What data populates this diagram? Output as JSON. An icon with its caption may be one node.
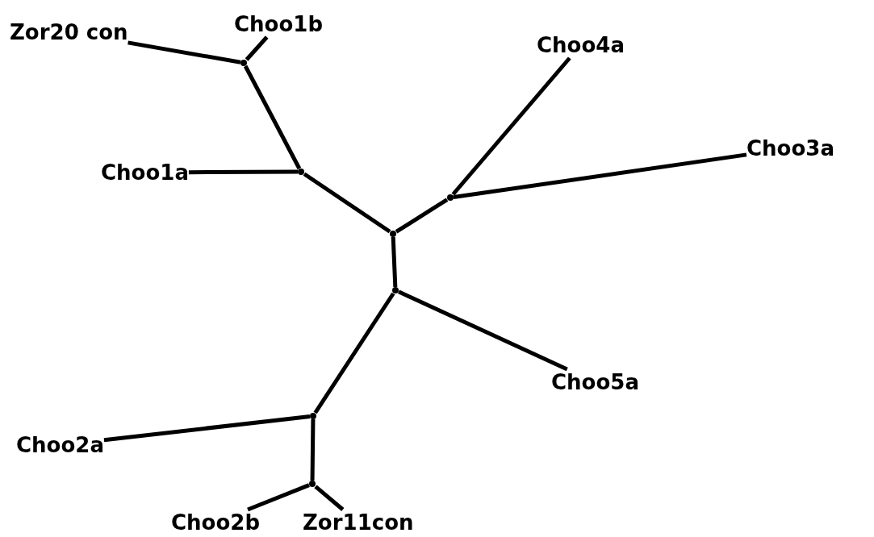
{
  "diagram": {
    "nodes": [
      {
        "text": [
          "Zor20 con"
        ]
      },
      {
        "text": [
          "Choo1b"
        ]
      },
      {
        "text": [
          "Choo4a"
        ]
      },
      {
        "text": [
          "Choo3a"
        ]
      },
      {
        "text": [
          "Choo1a"
        ]
      },
      {
        "text": [
          "Choo5a"
        ]
      },
      {
        "text": [
          "Choo2a"
        ]
      },
      {
        "text": [
          "Choo2b"
        ]
      },
      {
        "text": [
          "Zor11con"
        ]
      },
      {
        "text": [],
        "shape": "point"
      },
      {
        "text": [],
        "shape": "point"
      },
      {
        "text": [],
        "shape": "point"
      },
      {
        "text": [],
        "shape": "point"
      },
      {
        "text": [],
        "shape": "point"
      },
      {
        "text": [],
        "shape": "point"
      },
      {
        "text": [],
        "shape": "point"
      }
    ],
    "edges": [
      {
        "from": 9,
        "to": 0,
        "arrow": "none"
      },
      {
        "from": 9,
        "to": 1,
        "arrow": "none"
      },
      {
        "from": 9,
        "to": 10,
        "arrow": "none"
      },
      {
        "from": 10,
        "to": 4,
        "arrow": "none"
      },
      {
        "from": 10,
        "to": 12,
        "arrow": "none"
      },
      {
        "from": 12,
        "to": 11,
        "arrow": "none"
      },
      {
        "from": 11,
        "to": 2,
        "arrow": "none"
      },
      {
        "from": 11,
        "to": 3,
        "arrow": "none"
      },
      {
        "from": 12,
        "to": 13,
        "arrow": "none"
      },
      {
        "from": 13,
        "to": 5,
        "arrow": "none"
      },
      {
        "from": 13,
        "to": 14,
        "arrow": "none"
      },
      {
        "from": 14,
        "to": 6,
        "arrow": "none"
      },
      {
        "from": 14,
        "to": 15,
        "arrow": "none"
      },
      {
        "from": 15,
        "to": 7,
        "arrow": "none"
      },
      {
        "from": 15,
        "to": 8,
        "arrow": "none"
      }
    ]
  }
}
